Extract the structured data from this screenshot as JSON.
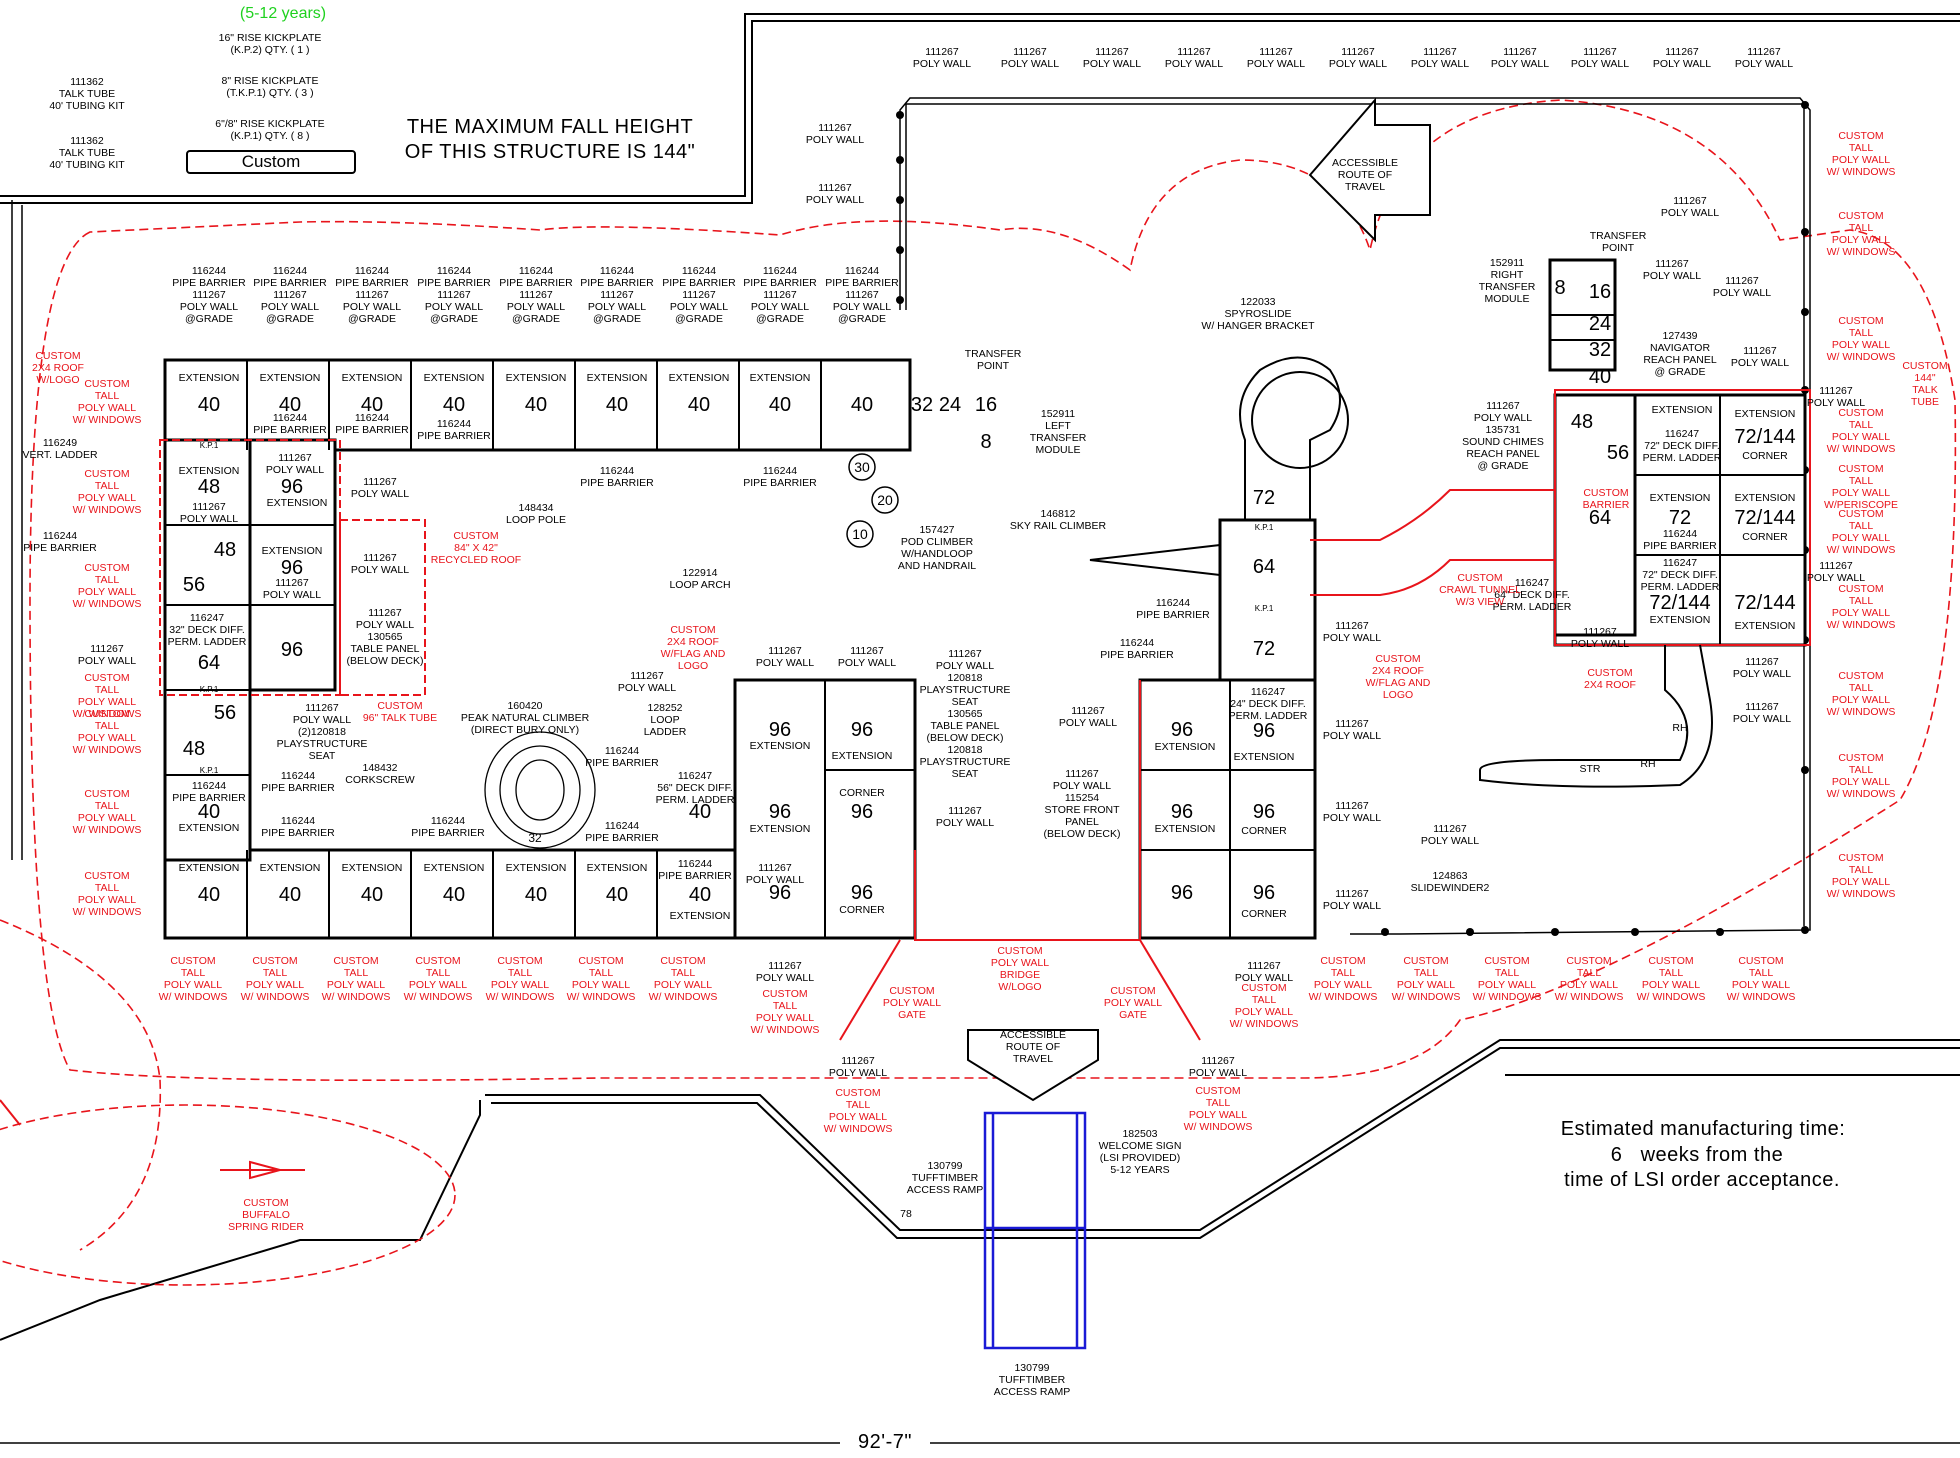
{
  "header": {
    "age_group": "(5-12 years)",
    "fall_height_line1": "THE MAXIMUM FALL HEIGHT",
    "fall_height_line2": "OF THIS STRUCTURE IS 144\"",
    "custom_box": "Custom"
  },
  "kickplates": {
    "kp2": "16\" RISE KICKPLATE\n(K.P.2) QTY. ( 1 )",
    "tkp1": "8\" RISE KICKPLATE\n(T.K.P.1) QTY. ( 3 )",
    "kp1": "6\"/8\" RISE KICKPLATE\n(K.P.1) QTY. ( 8 )"
  },
  "talk_tube": "111362\nTALK TUBE\n40' TUBING KIT",
  "notes": {
    "manufacturing_line1": "Estimated manufacturing time:",
    "manufacturing_line2": "6   weeks from the",
    "manufacturing_line3": "time of LSI order acceptance.",
    "overall_dimension": "92'-7\""
  },
  "accessible_route": "ACCESSIBLE\nROUTE OF\nTRAVEL",
  "parts": {
    "poly_wall": "111267\nPOLY WALL",
    "pipe_barrier_grade": "116244\nPIPE BARRIER\n111267\nPOLY WALL\n@GRADE",
    "pipe_barrier": "116244\nPIPE BARRIER",
    "extension": "EXTENSION",
    "corner": "CORNER",
    "vert_ladder": "116249\nVERT. LADDER",
    "deck_ladder_32": "116247\n32\" DECK DIFF.\nPERM. LADDER",
    "deck_ladder_56": "116247\n56\" DECK DIFF.\nPERM. LADDER",
    "deck_ladder_24": "116247\n24\" DECK DIFF.\nPERM. LADDER",
    "deck_ladder_64": "116247\n64\" DECK DIFF.\nPERM. LADDER",
    "deck_ladder_72": "116247\n72\" DECK DIFF.\nPERM. LADDER",
    "table_panel": "111267\nPOLY WALL\n130565\nTABLE PANEL\n(BELOW DECK)",
    "playstructure_seat": "111267\nPOLY WALL\n(2)120818\nPLAYSTRUCTURE\nSEAT",
    "corkscrew": "148432\nCORKSCREW",
    "peak_climber": "160420\nPEAK NATURAL CLIMBER\n(DIRECT BURY ONLY)",
    "loop_ladder": "128252\nLOOP\nLADDER",
    "loop_pole": "148434\nLOOP POLE",
    "loop_arch": "122914\nLOOP ARCH",
    "pod_climber": "157427\nPOD CLIMBER\nW/HANDLOOP\nAND HANDRAIL",
    "left_transfer": "152911\nLEFT\nTRANSFER\nMODULE",
    "right_transfer": "152911\nRIGHT\nTRANSFER\nMODULE",
    "transfer_point": "TRANSFER\nPOINT",
    "sky_rail": "146812\nSKY RAIL CLIMBER",
    "spyroslide": "122033\nSPYROSLIDE\nW/ HANGER BRACKET",
    "playstructure_center": "111267\nPOLY WALL\n120818\nPLAYSTRUCTURE\nSEAT\n130565\nTABLE PANEL\n(BELOW DECK)\n120818\nPLAYSTRUCTURE\nSEAT",
    "store_front": "111267\nPOLY WALL\n115254\nSTORE FRONT\nPANEL\n(BELOW DECK)",
    "sound_chimes": "111267\nPOLY WALL\n135731\nSOUND CHIMES\nREACH PANEL\n@ GRADE",
    "navigator": "127439\nNAVIGATOR\nREACH PANEL\n@ GRADE",
    "slidewinder": "124863\nSLIDEWINDER2",
    "tufftimber": "130799\nTUFFTIMBER\nACCESS RAMP",
    "welcome_sign": "182503\nWELCOME SIGN\n(LSI PROVIDED)\n5-12 YEARS"
  },
  "custom": {
    "tall_poly_windows": "CUSTOM\nTALL\nPOLY WALL\nW/ WINDOWS",
    "tall_poly_periscope": "CUSTOM\nTALL\nPOLY WALL\nW/PERISCOPE",
    "roof_logo": "CUSTOM\n2X4 ROOF\nW/LOGO",
    "roof_flag_logo": "CUSTOM\n2X4 ROOF\nW/FLAG AND\nLOGO",
    "roof_2x4": "CUSTOM\n2X4 ROOF",
    "recycled_roof": "CUSTOM\n84\" X 42\"\nRECYCLED ROOF",
    "talk_tube_96": "CUSTOM\n96\" TALK TUBE",
    "talk_tube_144": "CUSTOM\n144\"\nTALK\nTUBE",
    "crawl_tunnel": "CUSTOM\nCRAWL TUNNEL\nW/3 VIEW",
    "barrier": "CUSTOM\nBARRIER",
    "poly_wall_gate": "CUSTOM\nPOLY WALL\nGATE",
    "bridge": "CUSTOM\nPOLY WALL\nBRIDGE\nW/LOGO",
    "spring_rider": "CUSTOM\nBUFFALO\nSPRING RIDER"
  },
  "small_labels": {
    "kp1": "K.P.1",
    "str": "STR",
    "rh": "RH",
    "ramp_len": "78"
  },
  "deck_heights": [
    "8",
    "16",
    "24",
    "32",
    "40",
    "48",
    "56",
    "64",
    "72",
    "96",
    "72/144",
    "30",
    "20",
    "10"
  ],
  "colors": {
    "line": "#000000",
    "custom": "#e8141b",
    "ramp": "#1a1ad6",
    "age_text": "#1fd11f"
  }
}
